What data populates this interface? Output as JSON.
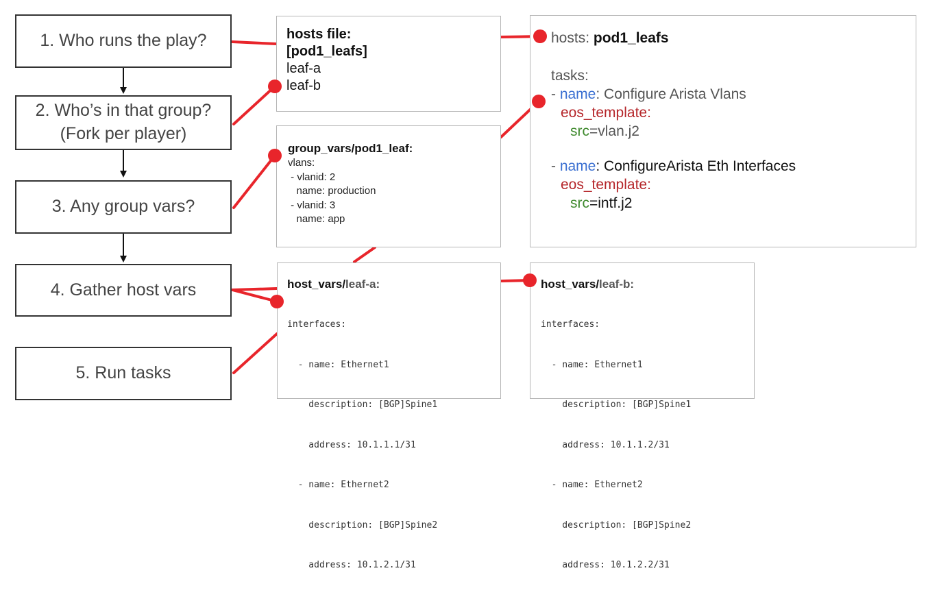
{
  "steps": [
    {
      "line1": "1. Who runs the play?",
      "line2": ""
    },
    {
      "line1": "2. Who’s in that group?",
      "line2": "(Fork per player)"
    },
    {
      "line1": "3. Any group vars?",
      "line2": ""
    },
    {
      "line1": "4. Gather host vars",
      "line2": ""
    },
    {
      "line1": "5. Run tasks",
      "line2": ""
    }
  ],
  "hosts_file": {
    "title": "hosts file:",
    "group": "[pod1_leafs]",
    "hosts": [
      "leaf-a",
      "leaf-b"
    ]
  },
  "group_vars": {
    "title": "group_vars/pod1_leaf:",
    "lines": [
      "vlans:",
      " - vlanid: 2",
      "   name: production",
      " - vlanid: 3",
      "   name: app"
    ]
  },
  "playbook": {
    "hosts_key": "hosts:",
    "hosts_value": "pod1_leafs",
    "tasks_key": "tasks:",
    "tasks": [
      {
        "dash": "- ",
        "name_key": "name",
        "name_value": ": Configure Arista Vlans",
        "module": "eos_template",
        "colon": ":",
        "src_key": "src",
        "src_value": "=vlan.j2"
      },
      {
        "dash": "- ",
        "name_key": "name",
        "name_value": ": ConfigureArista Eth Interfaces",
        "module": "eos_template",
        "colon": ":",
        "src_key": "src",
        "src_value": "=intf.j2"
      }
    ]
  },
  "host_vars_a": {
    "prefix": "host_vars/",
    "host": "leaf-a:",
    "lines": [
      "interfaces:",
      "  - name: Ethernet1",
      "    description: [BGP]Spine1",
      "    address: 10.1.1.1/31",
      "  - name: Ethernet2",
      "    description: [BGP]Spine2",
      "    address: 10.1.2.1/31"
    ]
  },
  "host_vars_b": {
    "prefix": "host_vars/",
    "host": "leaf-b:",
    "lines": [
      "interfaces:",
      "  - name: Ethernet1",
      "    description: [BGP]Spine1",
      "    address: 10.1.1.2/31",
      "  - name: Ethernet2",
      "    description: [BGP]Spine2",
      "    address: 10.1.2.2/31"
    ]
  },
  "colors": {
    "connector": "#e8252b",
    "arrow": "#111111",
    "step_border": "#333333",
    "panel_border": "#b5b5b5"
  }
}
